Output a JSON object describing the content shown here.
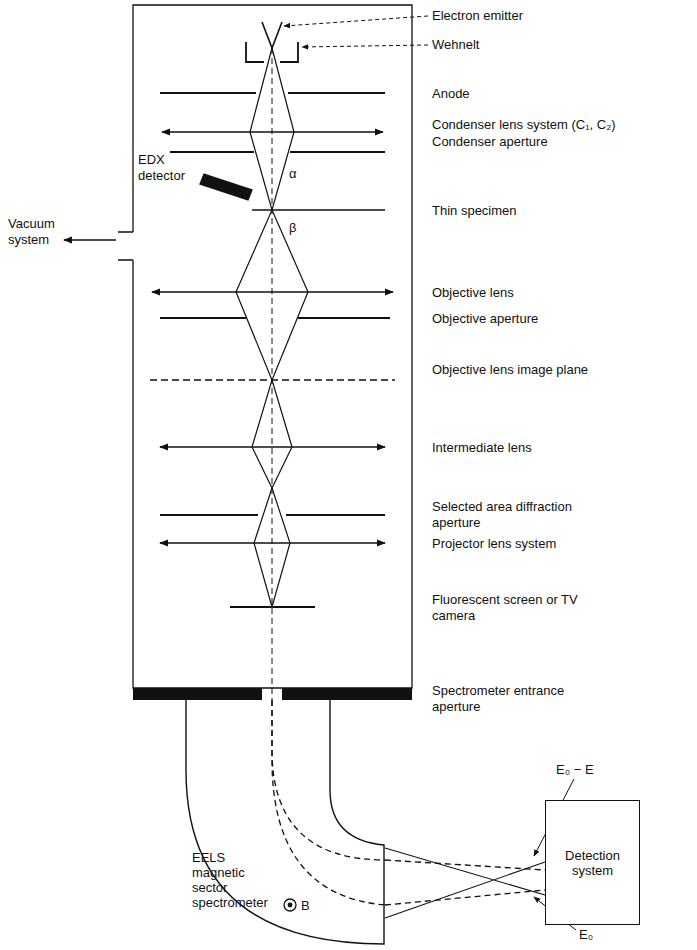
{
  "diagram": {
    "nodes": [
      {
        "text": [
          "EELS magnetic sector spectrometer"
        ]
      },
      {
        "text": [
          "Detection system"
        ]
      }
    ],
    "edges": [
      {
        "from": 0,
        "to": 1,
        "arrow": "none"
      },
      {
        "from": 0,
        "to": 1,
        "arrow": "none"
      }
    ],
    "labels": [
      "Electron emitter",
      "Wehnelt",
      "Anode",
      "Condenser lens system (C₁, C₂)",
      "Condenser aperture",
      "EDX detector",
      "Thin specimen",
      "Vacuum system",
      "Objective lens",
      "Objective aperture",
      "Objective lens image plane",
      "Intermediate lens",
      "Selected area diffraction aperture",
      "Projector lens system",
      "Fluorescent screen or TV camera",
      "Spectrometer entrance aperture",
      "α",
      "β",
      "B",
      "E₀ − E",
      "E₀"
    ]
  }
}
